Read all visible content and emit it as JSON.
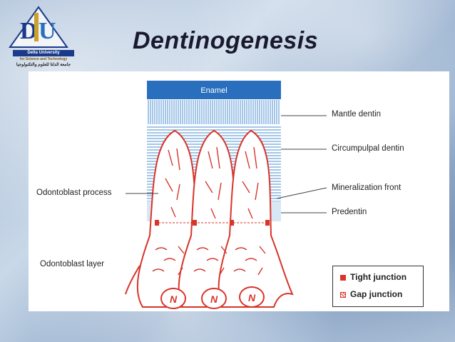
{
  "slide": {
    "title": "Dentinogenesis"
  },
  "logo": {
    "name": "Delta University",
    "subtitle": "for Science and Technology",
    "arabic": "جامعة الدلتا للعلوم والتكنولوجيا"
  },
  "diagram": {
    "enamel_label": "Enamel",
    "labels_right": [
      "Mantle dentin",
      "Circumpulpal dentin",
      "Mineralization front",
      "Predentin"
    ],
    "labels_left": [
      "Odontoblast process",
      "Odontoblast layer"
    ],
    "nucleus_letter": "N"
  },
  "legend": {
    "items": [
      {
        "label": "Tight junction",
        "type": "tight"
      },
      {
        "label": "Gap junction",
        "type": "gap"
      }
    ]
  },
  "colors": {
    "enamel": "#2a6fbd",
    "dentin_lines": "#4a8ed0",
    "cell_outline": "#d8342a"
  }
}
